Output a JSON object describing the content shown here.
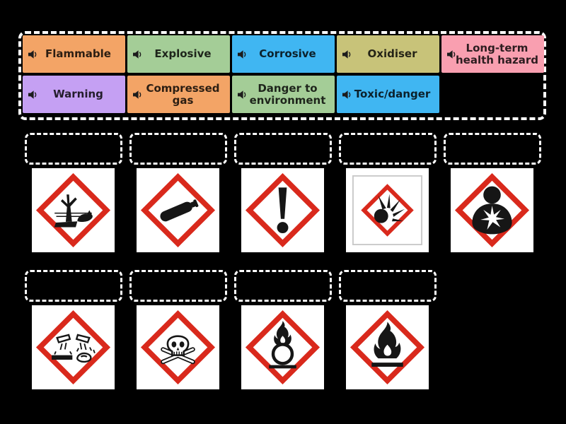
{
  "app": {
    "background": "#000000",
    "dashed_border_color": "#ffffff"
  },
  "tray": {
    "row1": [
      {
        "label": "Flammable",
        "color": "#f3a466",
        "icon": "speaker-icon"
      },
      {
        "label": "Explosive",
        "color": "#a4cd97",
        "icon": "speaker-icon"
      },
      {
        "label": "Corrosive",
        "color": "#40b6f2",
        "icon": "speaker-icon"
      },
      {
        "label": "Oxidiser",
        "color": "#c8c379",
        "icon": "speaker-icon"
      },
      {
        "label": "Long-term health hazard",
        "color": "#f99fb0",
        "icon": "speaker-icon"
      }
    ],
    "row2": [
      {
        "label": "Warning",
        "color": "#c5a0f3",
        "icon": "speaker-icon"
      },
      {
        "label": "Compressed gas",
        "color": "#f3a466",
        "icon": "speaker-icon"
      },
      {
        "label": "Danger to environment",
        "color": "#a4cd97",
        "icon": "speaker-icon"
      },
      {
        "label": "Toxic/danger",
        "color": "#40b6f2",
        "icon": "speaker-icon"
      }
    ]
  },
  "board": {
    "row1": [
      {
        "pictogram": "environmental-hazard"
      },
      {
        "pictogram": "compressed-gas-cylinder"
      },
      {
        "pictogram": "exclamation-warning"
      },
      {
        "pictogram": "exploding-bomb"
      },
      {
        "pictogram": "health-hazard"
      }
    ],
    "row2": [
      {
        "pictogram": "corrosive"
      },
      {
        "pictogram": "toxic-skull-crossbones"
      },
      {
        "pictogram": "oxidiser-flame-over-circle"
      },
      {
        "pictogram": "flammable-flame"
      }
    ],
    "palette": {
      "diamond_red": "#d9291c",
      "symbol_black": "#161616",
      "card_bg": "#ffffff",
      "frame_gray": "#c9c9c9"
    }
  }
}
